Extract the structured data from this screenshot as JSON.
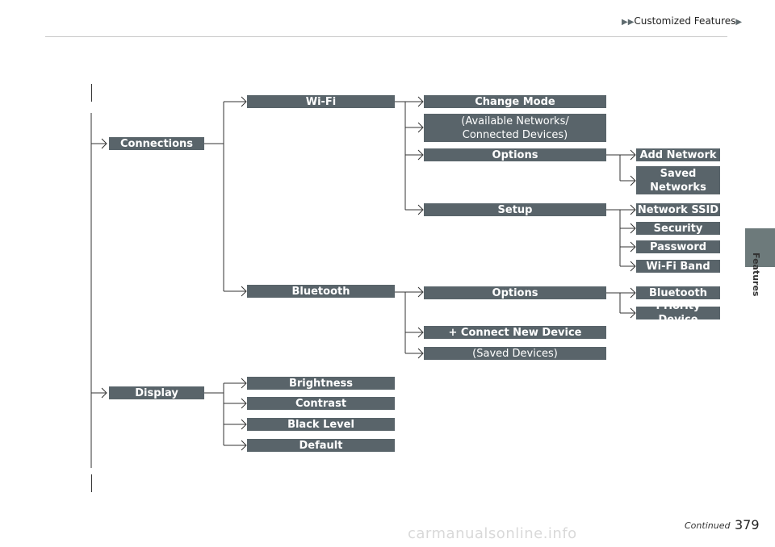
{
  "header": {
    "arrows": "▶▶",
    "title": "Customized Features",
    "trail": "▶"
  },
  "side_tab": {
    "label": "Features"
  },
  "tree": {
    "connections": "Connections",
    "wifi": "Wi-Fi",
    "change_mode": "Change Mode",
    "available_networks": "(Available Networks/\nConnected Devices)",
    "wifi_options": "Options",
    "add_network": "Add Network",
    "saved_networks": "Saved\nNetworks",
    "setup": "Setup",
    "network_ssid": "Network SSID",
    "security": "Security",
    "password": "Password",
    "wifi_band": "Wi-Fi Band",
    "bluetooth": "Bluetooth",
    "bt_options": "Options",
    "bt_bluetooth": "Bluetooth",
    "priority_device": "Priority Device",
    "connect_new_device": "+ Connect New Device",
    "saved_devices": "(Saved Devices)",
    "display": "Display",
    "brightness": "Brightness",
    "contrast": "Contrast",
    "black_level": "Black Level",
    "default": "Default"
  },
  "footer": {
    "continued": "Continued",
    "page_number": "379",
    "watermark": "carmanualsonline.info"
  },
  "colors": {
    "box": "#59646a",
    "side_tab": "#6d7a7b",
    "line": "#333333"
  }
}
